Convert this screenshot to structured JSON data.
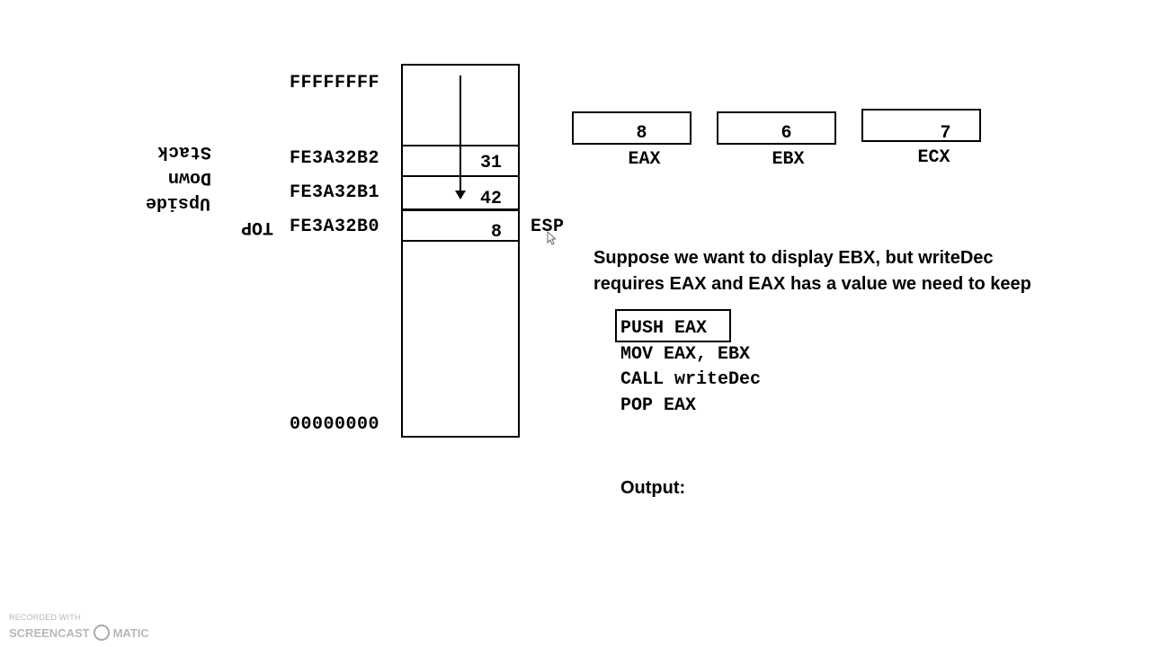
{
  "addresses": {
    "top": "FFFFFFFF",
    "b2": "FE3A32B2",
    "b1": "FE3A32B1",
    "b0": "FE3A32B0",
    "bottom": "00000000"
  },
  "stack_cells": {
    "b2": "31",
    "b1": "42",
    "b0": "8"
  },
  "esp_label": "ESP",
  "top_label": "TOP",
  "upside_down_note": {
    "line1": "Stack",
    "line2": "Down",
    "line3": "Upside"
  },
  "registers": [
    {
      "name": "EAX",
      "value": "8"
    },
    {
      "name": "EBX",
      "value": "6"
    },
    {
      "name": "ECX",
      "value": "7"
    }
  ],
  "prose": {
    "line1": "Suppose we want to display EBX, but writeDec",
    "line2": "requires EAX and EAX has a value we need to keep"
  },
  "code": [
    "PUSH EAX",
    "MOV EAX, EBX",
    "CALL writeDec",
    "POP EAX"
  ],
  "output_label": "Output:",
  "watermark": {
    "line1": "RECORDED WITH",
    "brand_left": "SCREENCAST",
    "brand_right": "MATIC"
  }
}
